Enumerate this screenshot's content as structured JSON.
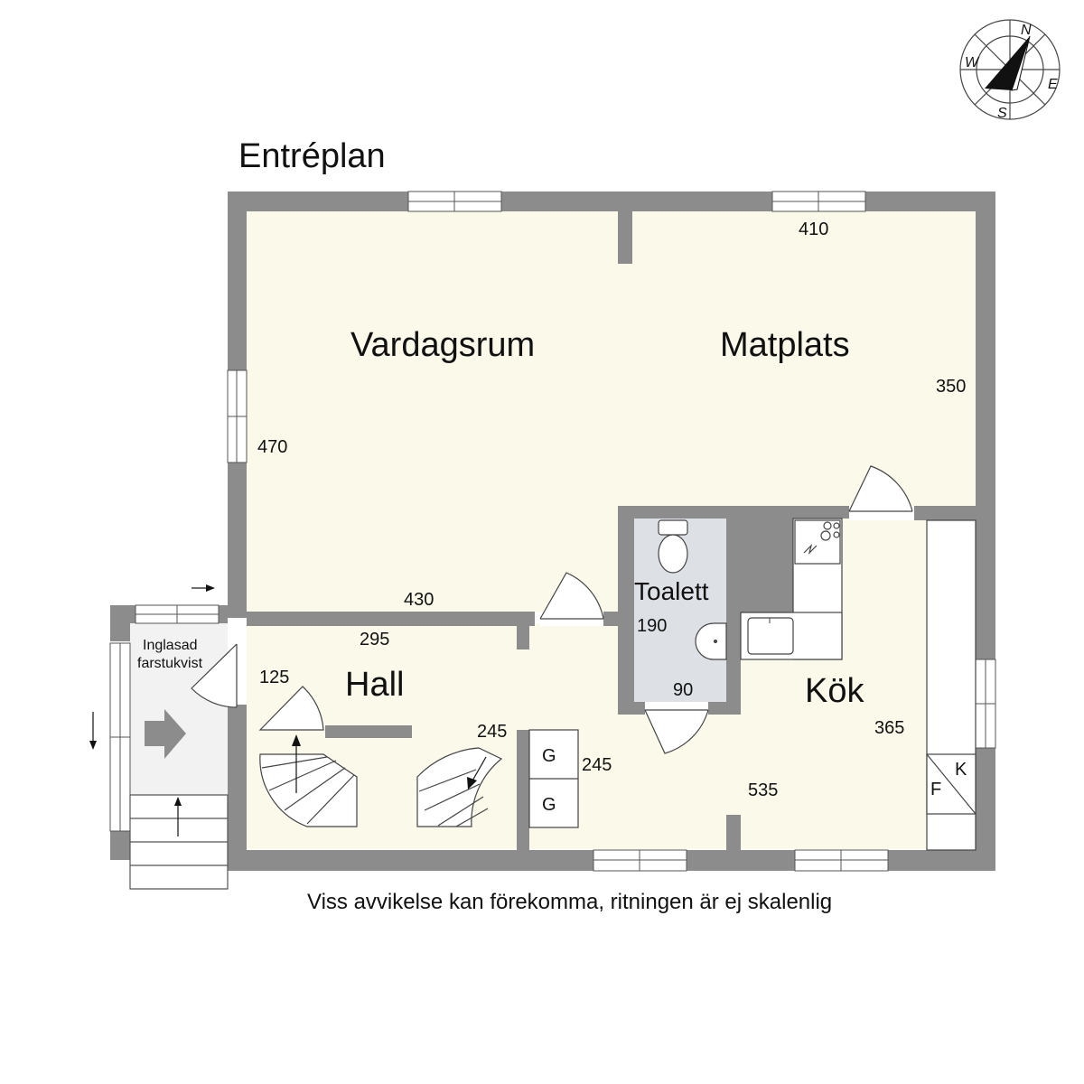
{
  "plan": {
    "title": "Entréplan",
    "disclaimer": "Viss avvikelse kan förekomma, ritningen är ej skalenlig",
    "colors": {
      "wall": "#8c8c8c",
      "floor": "#fbf9ea",
      "bathroom": "#dde1e6",
      "porch": "#f2f2f2",
      "background": "#ffffff"
    },
    "rooms": {
      "vardagsrum": "Vardagsrum",
      "matplats": "Matplats",
      "toalett": "Toalett",
      "hall": "Hall",
      "kok": "Kök",
      "farstukvist_line1": "Inglasad",
      "farstukvist_line2": "farstukvist"
    },
    "dimensions": {
      "matplats_width": "410",
      "matplats_depth": "350",
      "vardagsrum_depth": "470",
      "vardagsrum_width": "430",
      "hall_width": "295",
      "hall_stair": "125",
      "stair_right": "245",
      "closet": "245",
      "toalett_depth": "190",
      "toalett_width": "90",
      "kok_depth": "365",
      "kok_width": "535"
    },
    "fixtures": {
      "wardrobe_top": "G",
      "wardrobe_bottom": "G",
      "fridge": "F",
      "freezer": "K"
    },
    "compass": {
      "north": "N",
      "east": "E",
      "south": "S",
      "west": "W"
    }
  }
}
